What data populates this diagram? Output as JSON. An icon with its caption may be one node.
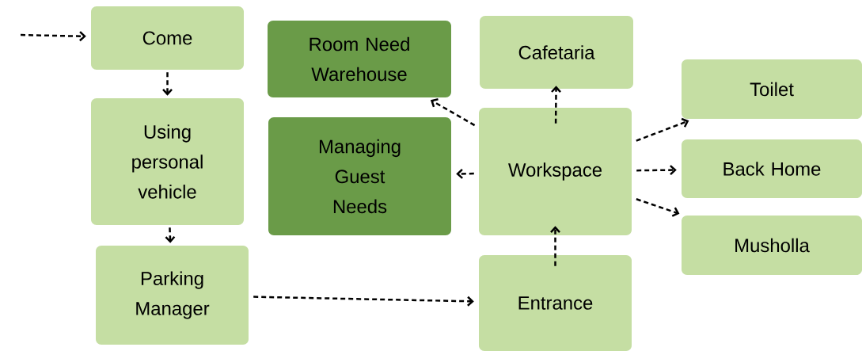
{
  "diagram": {
    "nodes": [
      {
        "text": [
          "Come"
        ]
      },
      {
        "text": [
          "Using personal vehicle"
        ]
      },
      {
        "text": [
          "Parking Manager"
        ]
      },
      {
        "text": [
          "Room Need Warehouse"
        ]
      },
      {
        "text": [
          "Managing Guest Needs"
        ]
      },
      {
        "text": [
          "Cafetaria"
        ]
      },
      {
        "text": [
          "Workspace"
        ]
      },
      {
        "text": [
          "Entrance"
        ]
      },
      {
        "text": [
          "Toilet"
        ]
      },
      {
        "text": [
          "Back Home"
        ]
      },
      {
        "text": [
          "Musholla"
        ]
      }
    ],
    "edges": [
      {
        "from": null,
        "to": 0,
        "arrow": "to",
        "style": "dashed"
      },
      {
        "from": 0,
        "to": 1,
        "arrow": "to",
        "style": "dashed"
      },
      {
        "from": 1,
        "to": 2,
        "arrow": "to",
        "style": "dashed"
      },
      {
        "from": 2,
        "to": 7,
        "arrow": "to",
        "style": "dashed"
      },
      {
        "from": 7,
        "to": 6,
        "arrow": "to",
        "style": "dashed"
      },
      {
        "from": 6,
        "to": 5,
        "arrow": "to",
        "style": "dashed"
      },
      {
        "from": 6,
        "to": 3,
        "arrow": "to",
        "style": "dashed"
      },
      {
        "from": 6,
        "to": 4,
        "arrow": "to",
        "style": "dashed"
      },
      {
        "from": 6,
        "to": 8,
        "arrow": "to",
        "style": "dashed"
      },
      {
        "from": 6,
        "to": 9,
        "arrow": "to",
        "style": "dashed"
      },
      {
        "from": 6,
        "to": 10,
        "arrow": "to",
        "style": "dashed"
      }
    ]
  }
}
